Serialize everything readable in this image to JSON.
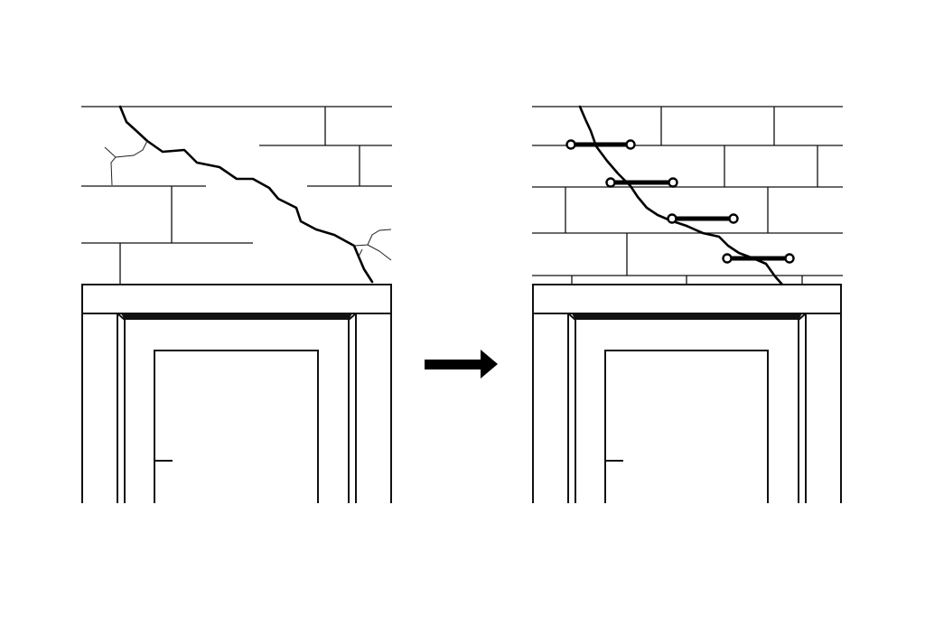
{
  "panels": [
    {
      "id": "before",
      "state": "cracked",
      "staples": 0
    },
    {
      "id": "after",
      "state": "stitched",
      "staples": 4
    }
  ],
  "arrow": {
    "direction": "right",
    "color": "#000000"
  },
  "colors": {
    "line": "#111111",
    "background": "#ffffff"
  },
  "icons": [
    "crack-icon",
    "crack-stitch-staple-icon",
    "door-icon",
    "arrow-right-icon"
  ]
}
